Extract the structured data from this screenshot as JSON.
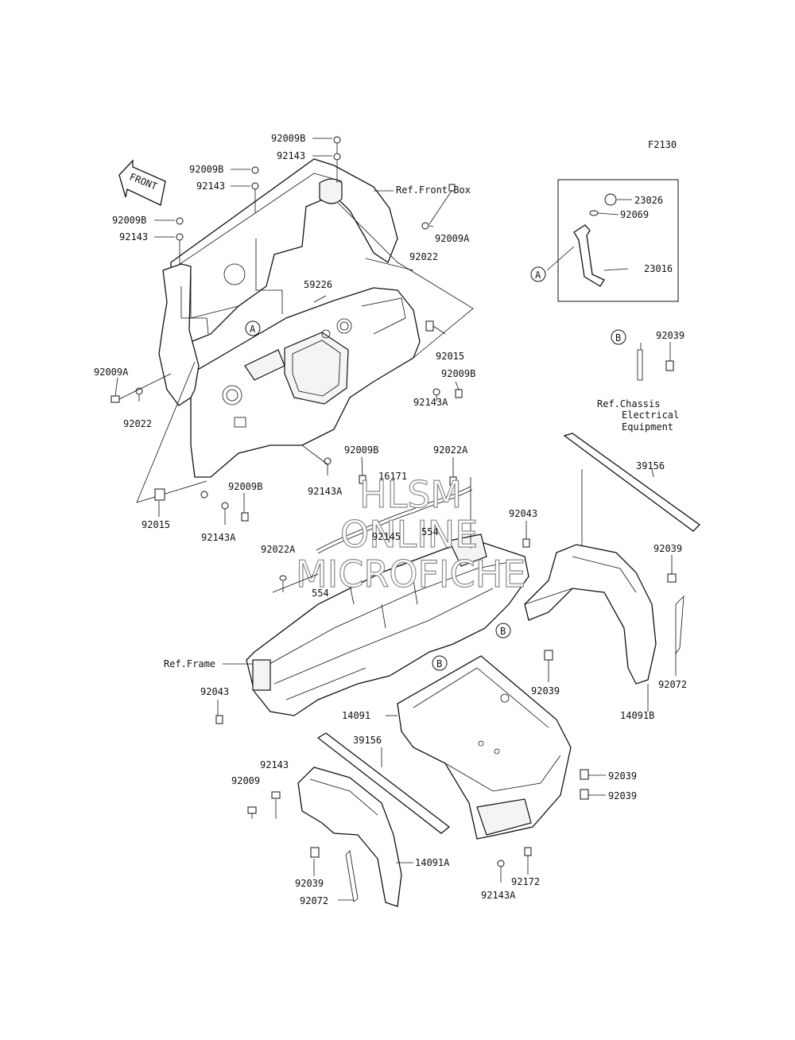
{
  "figure_code": "F2130",
  "front_arrow_label": "FRONT",
  "watermark": [
    "HLSM",
    "ONLINE",
    "MICROFICHE"
  ],
  "refs": {
    "front_box": "Ref.Front Box",
    "frame": "Ref.Frame",
    "chassis_lines": [
      "Ref.Chassis",
      "Electrical",
      "Equipment"
    ]
  },
  "callouts": {
    "a": "A",
    "b": "B"
  },
  "labels": [
    {
      "id": "l01",
      "text": "92009B"
    },
    {
      "id": "l02",
      "text": "92143"
    },
    {
      "id": "l03",
      "text": "92009B"
    },
    {
      "id": "l04",
      "text": "92143"
    },
    {
      "id": "l05",
      "text": "92009B"
    },
    {
      "id": "l06",
      "text": "92143"
    },
    {
      "id": "l07",
      "text": "92022"
    },
    {
      "id": "l08",
      "text": "92009A"
    },
    {
      "id": "l09",
      "text": "59226"
    },
    {
      "id": "l10",
      "text": "92015"
    },
    {
      "id": "l11",
      "text": "92009B"
    },
    {
      "id": "l12",
      "text": "92143A"
    },
    {
      "id": "l13",
      "text": "92009A"
    },
    {
      "id": "l14",
      "text": "92022"
    },
    {
      "id": "l15",
      "text": "92009B"
    },
    {
      "id": "l16",
      "text": "92022A"
    },
    {
      "id": "l17",
      "text": "92143A"
    },
    {
      "id": "l18",
      "text": "16171"
    },
    {
      "id": "l19",
      "text": "92015"
    },
    {
      "id": "l20",
      "text": "92009B"
    },
    {
      "id": "l21",
      "text": "92143A"
    },
    {
      "id": "l22",
      "text": "554"
    },
    {
      "id": "l23",
      "text": "92145"
    },
    {
      "id": "l24",
      "text": "92043"
    },
    {
      "id": "l25",
      "text": "92022A"
    },
    {
      "id": "l26",
      "text": "554"
    },
    {
      "id": "l27",
      "text": "39156"
    },
    {
      "id": "l28",
      "text": "92039"
    },
    {
      "id": "l29",
      "text": "92039"
    },
    {
      "id": "l30",
      "text": "92072"
    },
    {
      "id": "l31",
      "text": "14091B"
    },
    {
      "id": "l32",
      "text": "92043"
    },
    {
      "id": "l33",
      "text": "14091"
    },
    {
      "id": "l34",
      "text": "39156"
    },
    {
      "id": "l35",
      "text": "92143"
    },
    {
      "id": "l36",
      "text": "92009"
    },
    {
      "id": "l37",
      "text": "92039"
    },
    {
      "id": "l38",
      "text": "92039"
    },
    {
      "id": "l39",
      "text": "14091A"
    },
    {
      "id": "l40",
      "text": "92039"
    },
    {
      "id": "l41",
      "text": "92072"
    },
    {
      "id": "l42",
      "text": "92143A"
    },
    {
      "id": "l43",
      "text": "92172"
    },
    {
      "id": "l44",
      "text": "23026"
    },
    {
      "id": "l45",
      "text": "92069"
    },
    {
      "id": "l46",
      "text": "23016"
    },
    {
      "id": "l47",
      "text": "92039"
    }
  ]
}
